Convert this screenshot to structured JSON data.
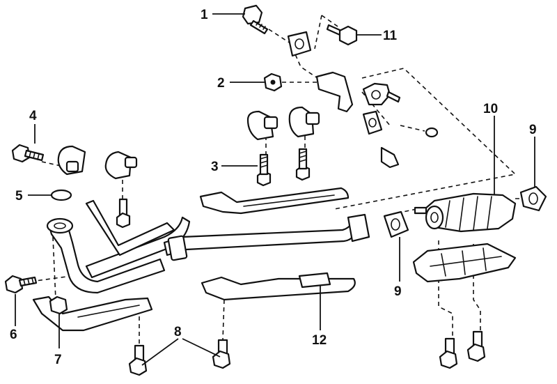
{
  "callouts": {
    "c1": "1",
    "c2": "2",
    "c3": "3",
    "c4": "4",
    "c5": "5",
    "c6": "6",
    "c7": "7",
    "c8": "8",
    "c9a": "9",
    "c9b": "9",
    "c10": "10",
    "c11": "11",
    "c12": "12"
  },
  "colors": {
    "ink": "#111111",
    "paper": "#ffffff"
  }
}
